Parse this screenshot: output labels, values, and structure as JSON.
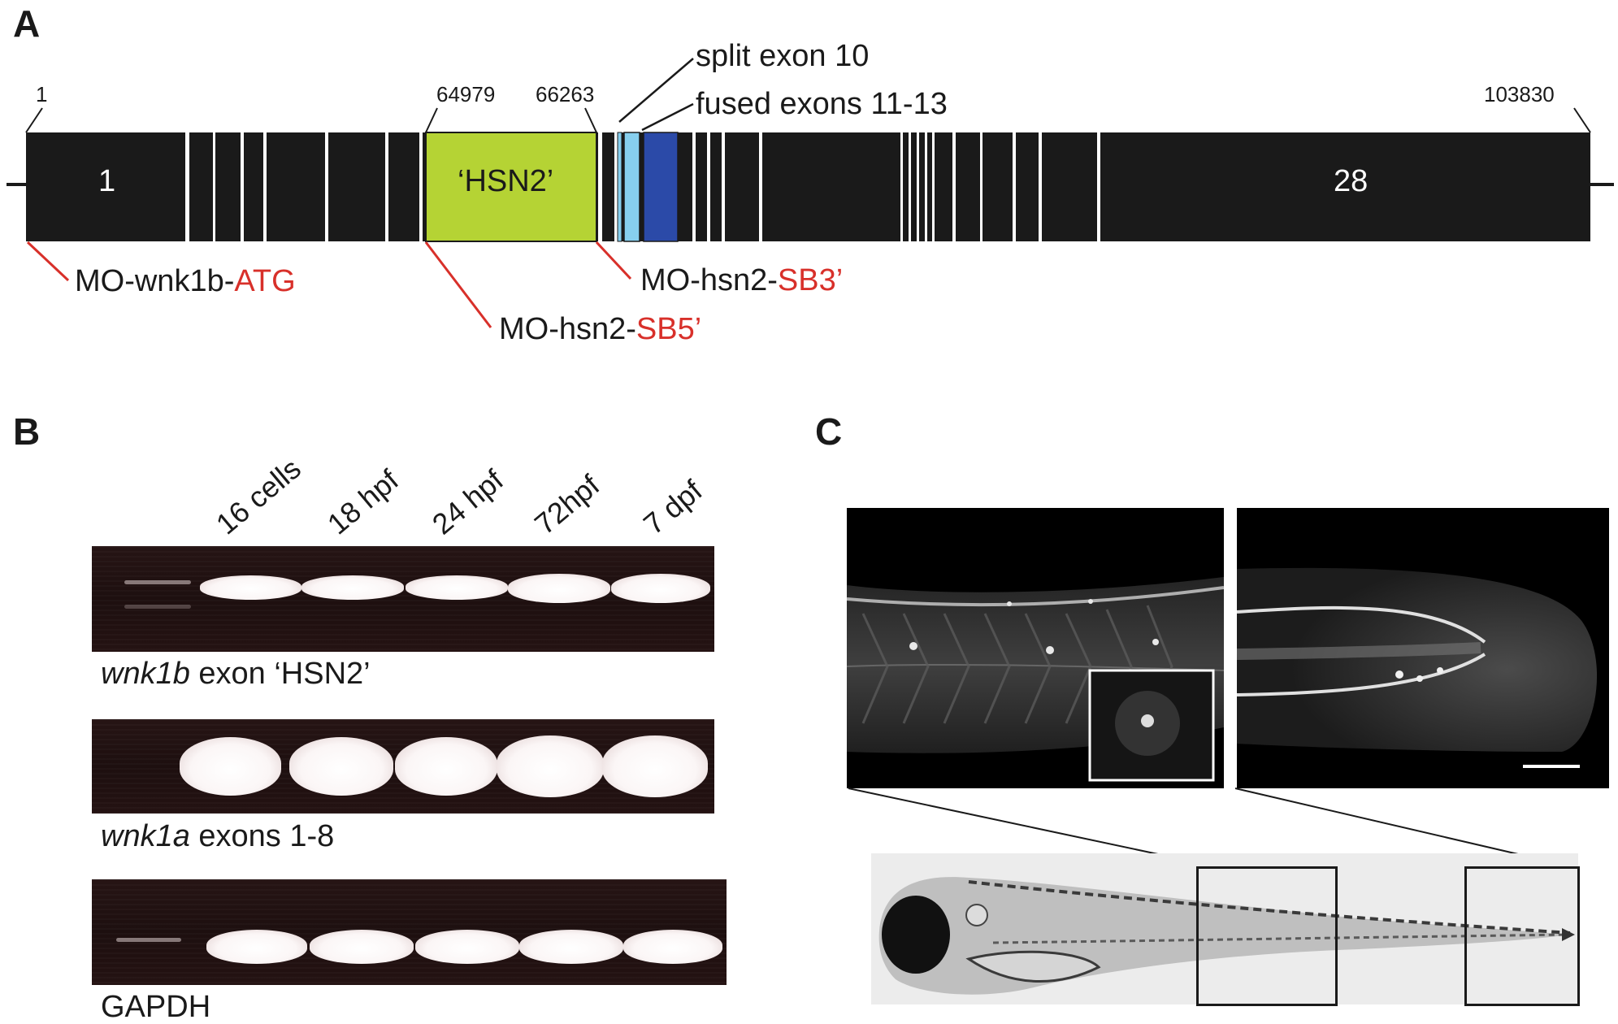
{
  "panels": {
    "a": "A",
    "b": "B",
    "c": "C"
  },
  "gene_map": {
    "coords": {
      "start": "1",
      "hsn2_start": "64979",
      "hsn2_end": "66263",
      "end": "103830"
    },
    "callouts": {
      "split_exon": "split exon 10",
      "fused_exons": "fused exons 11-13"
    },
    "exon_labels": {
      "first": "1",
      "hsn2": "‘HSN2’",
      "last": "28"
    },
    "morpholinos": {
      "atg": {
        "prefix": "MO-wnk1b-",
        "suffix": "ATG"
      },
      "sb5": {
        "prefix": "MO-hsn2-",
        "suffix": "SB5’"
      },
      "sb3": {
        "prefix": "MO-hsn2-",
        "suffix": "SB3’"
      }
    },
    "colors": {
      "exon": "#1a1a1a",
      "hsn2": "#b5d334",
      "split_exon": "#87cfee",
      "fused_exons": "#2b4aa8",
      "mo_red": "#d8302a"
    }
  },
  "gel": {
    "lanes": [
      "16 cells",
      "18 hpf",
      "24 hpf",
      "72hpf",
      "7 dpf"
    ],
    "captions": {
      "hsn2": {
        "italic": "wnk1b",
        "rest": " exon ‘HSN2’"
      },
      "wnk1a": {
        "italic": "wnk1a",
        "rest": " exons 1-8"
      },
      "gapdh": "GAPDH"
    }
  }
}
